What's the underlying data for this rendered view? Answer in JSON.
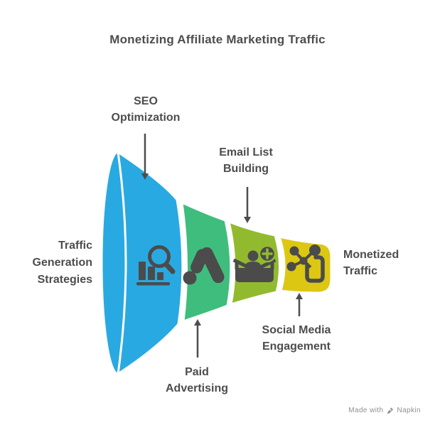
{
  "title": "Monetizing Affiliate Marketing Traffic",
  "funnel": {
    "left_label": "Traffic\nGeneration\nStrategies",
    "right_label": "Monetized\nTraffic",
    "stages": [
      {
        "name": "SEO Optimization",
        "label": "SEO\nOptimization",
        "color": "#29A9E1",
        "icon": "seo-analytics-icon",
        "label_position": "top"
      },
      {
        "name": "Paid Advertising",
        "label": "Paid\nAdvertising",
        "color": "#3FBD7D",
        "icon": "google-ads-icon",
        "label_position": "bottom"
      },
      {
        "name": "Email List Building",
        "label": "Email List\nBuilding",
        "color": "#92BA2F",
        "icon": "audience-add-icon",
        "label_position": "top"
      },
      {
        "name": "Social Media Engagement",
        "label": "Social Media\nEngagement",
        "color": "#DCC713",
        "icon": "share-network-icon",
        "label_position": "bottom"
      }
    ]
  },
  "theme": {
    "background": "#FFFFFF",
    "text_color": "#4D4D4D",
    "icon_color": "#4B4B4B",
    "arrow_color": "#4D4D4D",
    "divider_color": "#FFFFFF",
    "watermark_color": "#8E8E8E"
  },
  "watermark": {
    "prefix": "Made with",
    "brand": "Napkin",
    "icon": "napkin-pen-icon"
  }
}
